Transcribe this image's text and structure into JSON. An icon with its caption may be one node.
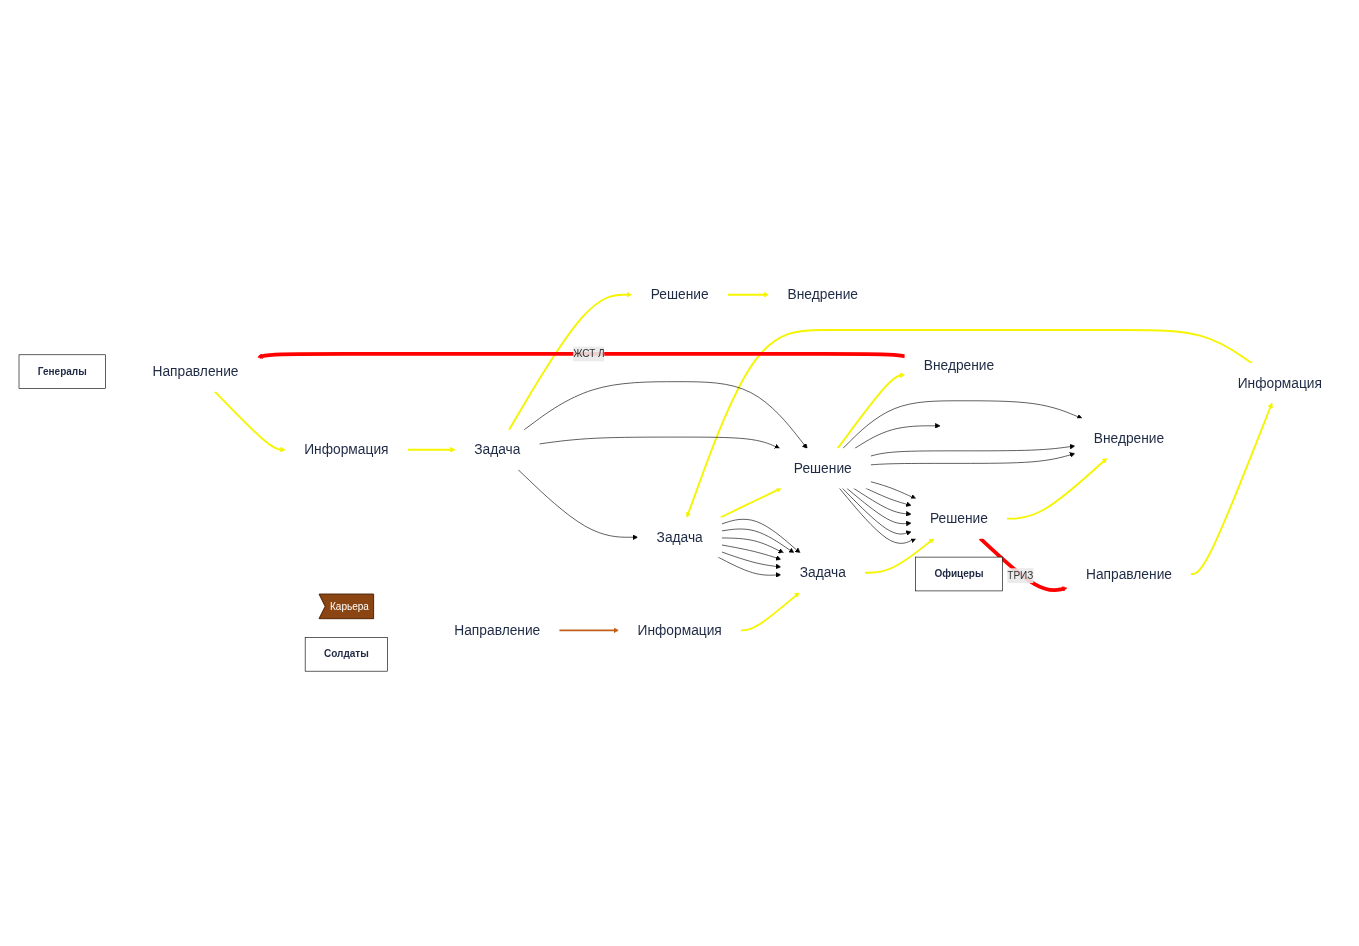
{
  "diagram": {
    "nodes": [
      {
        "text": [
          "Генералы"
        ]
      },
      {
        "text": [
          "Направление"
        ]
      },
      {
        "text": [
          "Информация"
        ]
      },
      {
        "text": [
          "Задача"
        ]
      },
      {
        "text": [
          "Решение"
        ]
      },
      {
        "text": [
          "Внедрение"
        ]
      },
      {
        "text": [
          "Офицеры"
        ]
      },
      {
        "text": [
          "Направление"
        ]
      },
      {
        "text": [
          "Информация"
        ]
      },
      {
        "text": [
          "Задача"
        ]
      },
      {
        "text": [
          "Решение"
        ]
      },
      {
        "text": [
          "Внедрение"
        ]
      },
      {
        "text": [
          "Солдаты"
        ]
      },
      {
        "text": [
          "Направление"
        ]
      },
      {
        "text": [
          "Информация"
        ]
      },
      {
        "text": [
          "Задача"
        ]
      },
      {
        "text": [
          "Решение"
        ]
      },
      {
        "text": [
          "Внедрение"
        ]
      },
      {
        "text": [
          "Карьера"
        ]
      }
    ],
    "edges": [
      {
        "from": 1,
        "to": 2,
        "arrow": "to",
        "color": "#f5f500"
      },
      {
        "from": 2,
        "to": 3,
        "arrow": "to",
        "color": "#f5f500"
      },
      {
        "from": 3,
        "to": 4,
        "arrow": "to",
        "color": "#f5f500"
      },
      {
        "from": 4,
        "to": 5,
        "arrow": "to",
        "color": "#f5f500"
      },
      {
        "from": 7,
        "to": 8,
        "arrow": "to",
        "color": "#f5f500"
      },
      {
        "from": 8,
        "to": 9,
        "arrow": "to",
        "color": "#f5f500"
      },
      {
        "from": 9,
        "to": 10,
        "arrow": "to",
        "color": "#f5f500"
      },
      {
        "from": 10,
        "to": 11,
        "arrow": "to",
        "color": "#f5f500"
      },
      {
        "from": 13,
        "to": 14,
        "arrow": "to",
        "color": "#c0601a"
      },
      {
        "from": 14,
        "to": 15,
        "arrow": "to",
        "color": "#f5f500"
      },
      {
        "from": 15,
        "to": 16,
        "arrow": "to",
        "color": "#f5f500"
      },
      {
        "from": 16,
        "to": 17,
        "arrow": "to",
        "color": "#f5f500"
      },
      {
        "from": 11,
        "to": 1,
        "arrow": "to",
        "label": "ЖСТ Л",
        "style": "thick",
        "color": "#ff0000"
      },
      {
        "from": 16,
        "to": 7,
        "arrow": "to",
        "label": "ТРИЗ",
        "style": "thick",
        "color": "#ff0000"
      },
      {
        "from": 3,
        "to": 9,
        "arrow": "to"
      },
      {
        "from": 3,
        "to": 10,
        "arrow": "to"
      },
      {
        "from": 3,
        "to": 10,
        "arrow": "to"
      },
      {
        "from": 9,
        "to": 15,
        "arrow": "to"
      },
      {
        "from": 9,
        "to": 15,
        "arrow": "to"
      },
      {
        "from": 9,
        "to": 15,
        "arrow": "to"
      },
      {
        "from": 9,
        "to": 15,
        "arrow": "to"
      },
      {
        "from": 9,
        "to": 15,
        "arrow": "to"
      },
      {
        "from": 9,
        "to": 15,
        "arrow": "to"
      },
      {
        "from": 10,
        "to": 16,
        "arrow": "to"
      },
      {
        "from": 10,
        "to": 16,
        "arrow": "to"
      },
      {
        "from": 10,
        "to": 16,
        "arrow": "to"
      },
      {
        "from": 10,
        "to": 16,
        "arrow": "to"
      },
      {
        "from": 10,
        "to": 16,
        "arrow": "to"
      },
      {
        "from": 10,
        "to": null,
        "arrow": "to"
      },
      {
        "from": 10,
        "to": 16,
        "arrow": "to"
      },
      {
        "from": 10,
        "to": 17,
        "arrow": "to"
      },
      {
        "from": 10,
        "to": 17,
        "arrow": "to"
      },
      {
        "from": 10,
        "to": 17,
        "arrow": "to"
      }
    ]
  }
}
